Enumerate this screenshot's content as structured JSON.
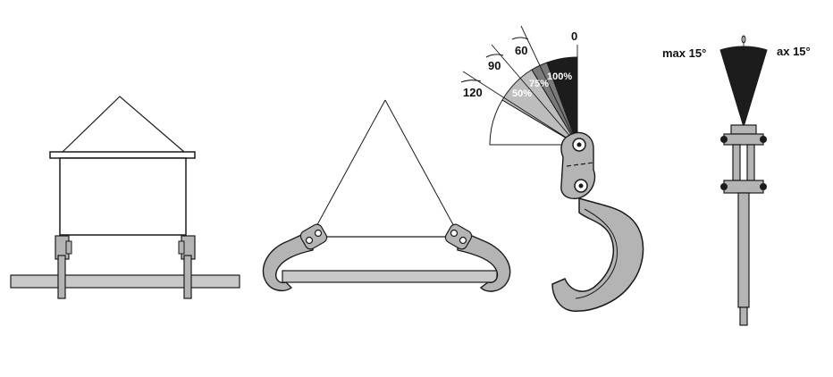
{
  "angle_labels": {
    "a0": "0",
    "a60": "60",
    "a90": "90",
    "a120": "120"
  },
  "load_percentages": {
    "p100": "100%",
    "p75": "75%",
    "p50": "50%"
  },
  "swivel_labels": {
    "left": "max 15°",
    "right": "ax 15°"
  },
  "colors": {
    "line": "#1a1a1a",
    "steel_gray": "#b4b4b4",
    "plate_gray": "#c8c8c8",
    "dark_sector": "#1c1c1c",
    "mid_sector": "#7a7a7a",
    "light_sector": "#bdbdbd"
  }
}
